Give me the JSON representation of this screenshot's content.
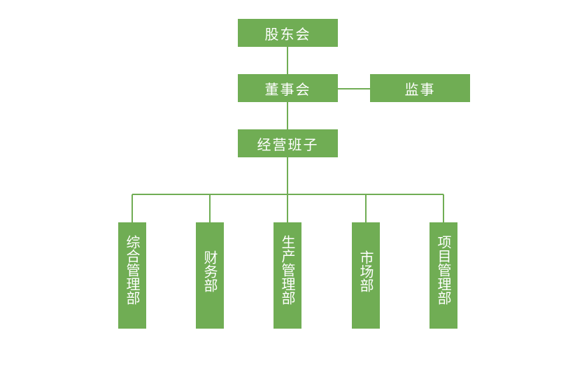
{
  "nodes": {
    "shareholders": "股东会",
    "board": "董事会",
    "supervisor": "监事",
    "management": "经营班子"
  },
  "departments": [
    "综合管理部",
    "财务部",
    "生产管理部",
    "市场部",
    "项目管理部"
  ],
  "colors": {
    "box": "#70ad54",
    "line": "#70ad54",
    "text": "#ffffff"
  }
}
